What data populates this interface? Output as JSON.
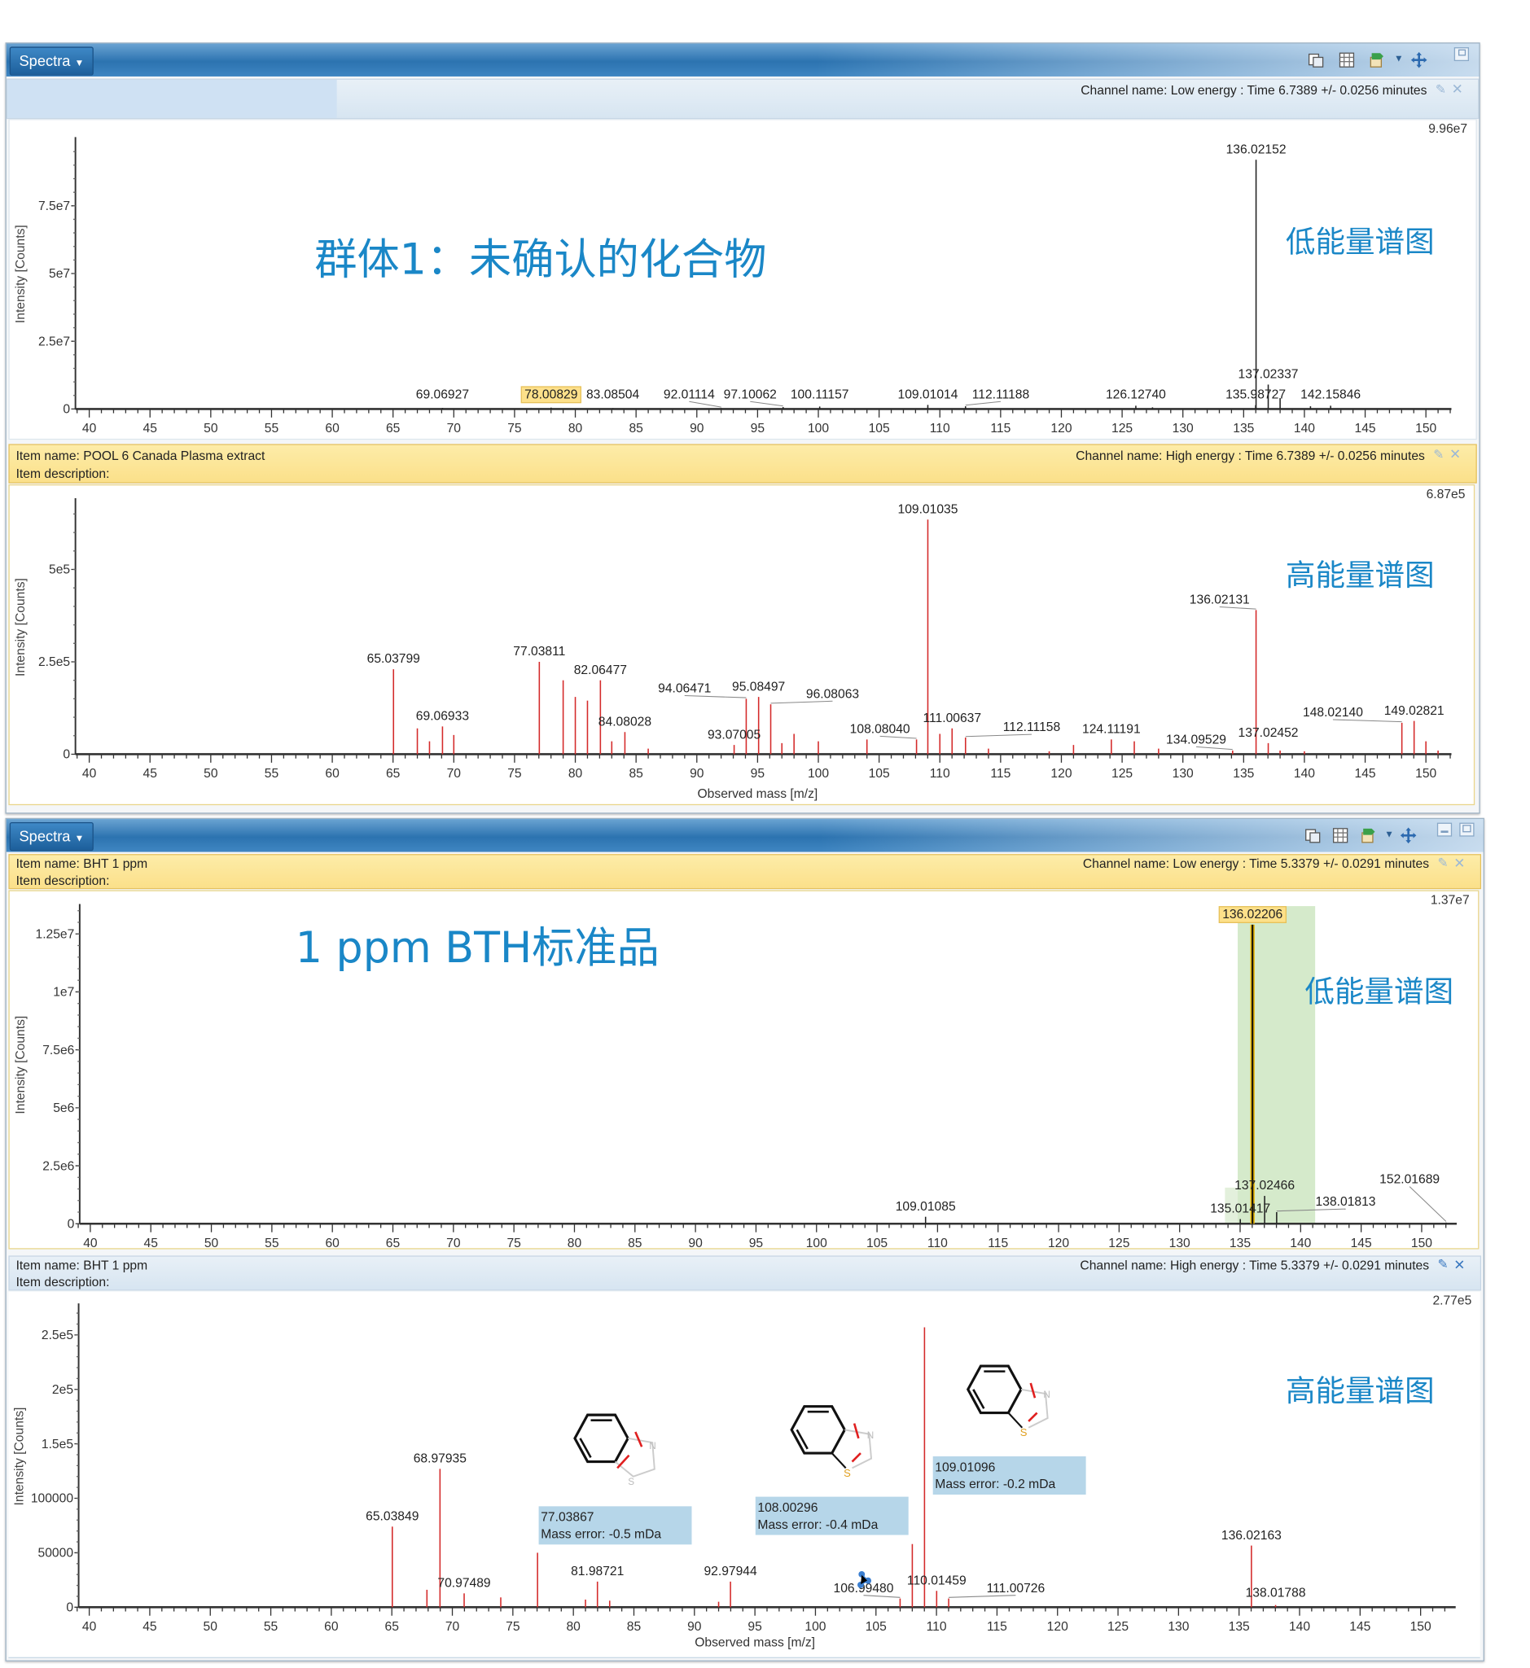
{
  "window1": {
    "title_button": "Spectra",
    "panel_low": {
      "channel": "Channel name: Low energy : Time 6.7389 +/- 0.0256 minutes"
    },
    "panel_high": {
      "item_name": "Item name: POOL 6 Canada Plasma extract",
      "item_description": "Item description:",
      "channel": "Channel name: High energy : Time 6.7389 +/- 0.0256 minutes"
    },
    "overlay_title": "群体1：未确认的化合物",
    "overlay_low": "低能量谱图",
    "overlay_high": "高能量谱图"
  },
  "window2": {
    "title_button": "Spectra",
    "panel_low": {
      "item_name": "Item name: BHT 1 ppm",
      "item_description": "Item description:",
      "channel": "Channel name: Low energy : Time 5.3379 +/- 0.0291 minutes"
    },
    "panel_high": {
      "item_name": "Item name: BHT 1 ppm",
      "item_description": "Item description:",
      "channel": "Channel name: High energy : Time 5.3379 +/- 0.0291 minutes"
    },
    "overlay_title": "1 ppm BTH标准品",
    "overlay_low": "低能量谱图",
    "overlay_high": "高能量谱图",
    "annotations": [
      {
        "mass": "77.03867",
        "error": "Mass error: -0.5 mDa"
      },
      {
        "mass": "108.00296",
        "error": "Mass error: -0.4 mDa"
      },
      {
        "mass": "109.01096",
        "error": "Mass error: -0.2 mDa"
      }
    ],
    "atom_labels": {
      "S": "S",
      "N": "N"
    }
  },
  "colors": {
    "accent": "#1a87c7",
    "peak_red": "#d42a2a",
    "peak_black": "#222222",
    "highlight_yellow": "#fde08a",
    "highlight_green": "#d5eacb",
    "annotation_blue": "#b6d6e9"
  },
  "icons": [
    "spectra-dropdown-caret",
    "copy-icon",
    "table-icon",
    "export-icon",
    "pan-icon",
    "restore-window-icon",
    "pin-icon",
    "close-icon",
    "molecule-icon"
  ],
  "chart_data": [
    {
      "type": "bar",
      "title": "",
      "xlabel": "",
      "ylabel": "Intensity [Counts]",
      "xlim": [
        39,
        152
      ],
      "ylim": [
        0,
        99600000
      ],
      "max_label": "9.96e7",
      "peak_color": "#222222",
      "xticks": [
        40,
        45,
        50,
        55,
        60,
        65,
        70,
        75,
        80,
        85,
        90,
        95,
        100,
        105,
        110,
        115,
        120,
        125,
        130,
        135,
        140,
        145,
        150
      ],
      "yticks": [
        {
          "v": 0,
          "label": "0"
        },
        {
          "v": 25000000,
          "label": "2.5e7"
        },
        {
          "v": 50000000,
          "label": "5e7"
        },
        {
          "v": 75000000,
          "label": "7.5e7"
        }
      ],
      "peaks": [
        {
          "mz": 69.06927,
          "i": 400000,
          "label": "69.06927"
        },
        {
          "mz": 78.00829,
          "i": 500000,
          "label": "78.00829",
          "highlighted": true
        },
        {
          "mz": 83.08504,
          "i": 300000,
          "label": "83.08504"
        },
        {
          "mz": 92.01114,
          "i": 300000,
          "label": "92.01114"
        },
        {
          "mz": 97.10062,
          "i": 700000,
          "label": "97.10062"
        },
        {
          "mz": 100.11157,
          "i": 900000,
          "label": "100.11157"
        },
        {
          "mz": 109.01014,
          "i": 1500000,
          "label": "109.01014"
        },
        {
          "mz": 112.11188,
          "i": 1000000,
          "label": "112.11188"
        },
        {
          "mz": 126.1274,
          "i": 1200000,
          "label": "126.12740"
        },
        {
          "mz": 127.5,
          "i": 600000
        },
        {
          "mz": 135.98727,
          "i": 1400000,
          "label": "135.98727"
        },
        {
          "mz": 136.02152,
          "i": 92000000,
          "label": "136.02152"
        },
        {
          "mz": 137.02337,
          "i": 9000000,
          "label": "137.02337"
        },
        {
          "mz": 138.0,
          "i": 4000000
        },
        {
          "mz": 140.5,
          "i": 1000000
        },
        {
          "mz": 142.15846,
          "i": 1200000,
          "label": "142.15846"
        }
      ]
    },
    {
      "type": "bar",
      "title": "",
      "xlabel": "Observed mass [m/z]",
      "ylabel": "Intensity [Counts]",
      "xlim": [
        39,
        152
      ],
      "ylim": [
        0,
        687000
      ],
      "max_label": "6.87e5",
      "peak_color": "#d42a2a",
      "xticks": [
        40,
        45,
        50,
        55,
        60,
        65,
        70,
        75,
        80,
        85,
        90,
        95,
        100,
        105,
        110,
        115,
        120,
        125,
        130,
        135,
        140,
        145,
        150
      ],
      "yticks": [
        {
          "v": 0,
          "label": "0"
        },
        {
          "v": 250000,
          "label": "2.5e5"
        },
        {
          "v": 500000,
          "label": "5e5"
        }
      ],
      "peaks": [
        {
          "mz": 65.03799,
          "i": 230000,
          "label": "65.03799"
        },
        {
          "mz": 67.0,
          "i": 70000
        },
        {
          "mz": 68.0,
          "i": 35000
        },
        {
          "mz": 69.06933,
          "i": 75000,
          "label": "69.06933"
        },
        {
          "mz": 70.0,
          "i": 52000
        },
        {
          "mz": 77.03811,
          "i": 250000,
          "label": "77.03811"
        },
        {
          "mz": 79.0,
          "i": 200000
        },
        {
          "mz": 80.0,
          "i": 155000
        },
        {
          "mz": 81.0,
          "i": 145000
        },
        {
          "mz": 82.06477,
          "i": 200000,
          "label": "82.06477"
        },
        {
          "mz": 83.0,
          "i": 35000
        },
        {
          "mz": 84.08028,
          "i": 60000,
          "label": "84.08028"
        },
        {
          "mz": 86.0,
          "i": 15000
        },
        {
          "mz": 93.07005,
          "i": 25000,
          "label": "93.07005"
        },
        {
          "mz": 94.06471,
          "i": 150000,
          "label": "94.06471"
        },
        {
          "mz": 95.08497,
          "i": 155000,
          "label": "95.08497"
        },
        {
          "mz": 96.08063,
          "i": 135000,
          "label": "96.08063"
        },
        {
          "mz": 97.0,
          "i": 30000
        },
        {
          "mz": 98.0,
          "i": 55000
        },
        {
          "mz": 100.0,
          "i": 35000
        },
        {
          "mz": 104.0,
          "i": 40000
        },
        {
          "mz": 108.0804,
          "i": 40000,
          "label": "108.08040"
        },
        {
          "mz": 109.01035,
          "i": 635000,
          "label": "109.01035"
        },
        {
          "mz": 110.0,
          "i": 55000
        },
        {
          "mz": 111.00637,
          "i": 70000,
          "label": "111.00637"
        },
        {
          "mz": 112.11158,
          "i": 45000,
          "label": "112.11158"
        },
        {
          "mz": 114.0,
          "i": 15000
        },
        {
          "mz": 119.0,
          "i": 8000
        },
        {
          "mz": 121.0,
          "i": 25000
        },
        {
          "mz": 124.11191,
          "i": 40000,
          "label": "124.11191"
        },
        {
          "mz": 126.0,
          "i": 35000
        },
        {
          "mz": 128.0,
          "i": 15000
        },
        {
          "mz": 134.09529,
          "i": 10000,
          "label": "134.09529"
        },
        {
          "mz": 136.02131,
          "i": 390000,
          "label": "136.02131"
        },
        {
          "mz": 137.02452,
          "i": 30000,
          "label": "137.02452"
        },
        {
          "mz": 138.0,
          "i": 10000
        },
        {
          "mz": 140.0,
          "i": 8000
        },
        {
          "mz": 148.0214,
          "i": 85000,
          "label": "148.02140"
        },
        {
          "mz": 149.02821,
          "i": 90000,
          "label": "149.02821"
        },
        {
          "mz": 150.0,
          "i": 35000
        },
        {
          "mz": 151.0,
          "i": 10000
        }
      ]
    },
    {
      "type": "bar",
      "title": "",
      "xlabel": "",
      "ylabel": "Intensity [Counts]",
      "xlim": [
        39,
        152.5
      ],
      "ylim": [
        0,
        13700000
      ],
      "max_label": "1.37e7",
      "peak_color": "#222222",
      "highlight_range": [
        134.8,
        141.2
      ],
      "xticks": [
        40,
        45,
        50,
        55,
        60,
        65,
        70,
        75,
        80,
        85,
        90,
        95,
        100,
        105,
        110,
        115,
        120,
        125,
        130,
        135,
        140,
        145,
        150
      ],
      "yticks": [
        {
          "v": 0,
          "label": "0"
        },
        {
          "v": 2500000,
          "label": "2.5e6"
        },
        {
          "v": 5000000,
          "label": "5e6"
        },
        {
          "v": 7500000,
          "label": "7.5e6"
        },
        {
          "v": 10000000,
          "label": "1e7"
        },
        {
          "v": 12500000,
          "label": "1.25e7"
        }
      ],
      "peaks": [
        {
          "mz": 109.01085,
          "i": 300000,
          "label": "109.01085"
        },
        {
          "mz": 135.01417,
          "i": 200000,
          "label": "135.01417"
        },
        {
          "mz": 136.02206,
          "i": 12900000,
          "label": "136.02206",
          "highlighted": true
        },
        {
          "mz": 137.02466,
          "i": 1200000,
          "label": "137.02466"
        },
        {
          "mz": 138.01813,
          "i": 500000,
          "label": "138.01813"
        },
        {
          "mz": 152.01689,
          "i": 50000,
          "label": "152.01689"
        }
      ]
    },
    {
      "type": "bar",
      "title": "",
      "xlabel": "Observed mass [m/z]",
      "ylabel": "Intensity [Counts]",
      "xlim": [
        39,
        152.5
      ],
      "ylim": [
        0,
        277000
      ],
      "max_label": "2.77e5",
      "peak_color": "#d42a2a",
      "xticks": [
        40,
        45,
        50,
        55,
        60,
        65,
        70,
        75,
        80,
        85,
        90,
        95,
        100,
        105,
        110,
        115,
        120,
        125,
        130,
        135,
        140,
        145,
        150
      ],
      "yticks": [
        {
          "v": 0,
          "label": "0"
        },
        {
          "v": 50000,
          "label": "50000"
        },
        {
          "v": 100000,
          "label": "100000"
        },
        {
          "v": 150000,
          "label": "1.5e5"
        },
        {
          "v": 200000,
          "label": "2e5"
        },
        {
          "v": 250000,
          "label": "2.5e5"
        }
      ],
      "peaks": [
        {
          "mz": 65.03849,
          "i": 74000,
          "label": "65.03849"
        },
        {
          "mz": 67.9,
          "i": 16000
        },
        {
          "mz": 68.97935,
          "i": 127000,
          "label": "68.97935"
        },
        {
          "mz": 70.97489,
          "i": 12700,
          "label": "70.97489"
        },
        {
          "mz": 74.0,
          "i": 9000
        },
        {
          "mz": 77.03867,
          "i": 50000
        },
        {
          "mz": 81.0,
          "i": 7000
        },
        {
          "mz": 81.98721,
          "i": 23500,
          "label": "81.98721"
        },
        {
          "mz": 83.0,
          "i": 6000
        },
        {
          "mz": 92.0,
          "i": 5000
        },
        {
          "mz": 92.97944,
          "i": 23500,
          "label": "92.97944"
        },
        {
          "mz": 106.9948,
          "i": 8000,
          "label": "106.99480"
        },
        {
          "mz": 108.00296,
          "i": 58000
        },
        {
          "mz": 109.01096,
          "i": 257000
        },
        {
          "mz": 110.01459,
          "i": 15000,
          "label": "110.01459"
        },
        {
          "mz": 111.00726,
          "i": 8000,
          "label": "111.00726"
        },
        {
          "mz": 136.02163,
          "i": 56600,
          "label": "136.02163"
        },
        {
          "mz": 138.01788,
          "i": 2000,
          "label": "138.01788"
        }
      ]
    }
  ]
}
